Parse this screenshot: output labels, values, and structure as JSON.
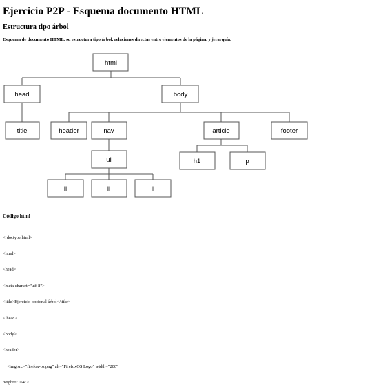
{
  "header": {
    "title": "Ejercicio P2P - Esquema documento HTML",
    "subtitle": "Estructura tipo árbol",
    "description": "Esquema de documento HTML, su estructura tipo árbol, relaciones directas entre elementos de la página, y jerarquía."
  },
  "tree": {
    "nodes": {
      "html": "html",
      "head": "head",
      "body": "body",
      "title": "title",
      "header": "header",
      "nav": "nav",
      "article": "article",
      "footer": "footer",
      "ul": "ul",
      "li1": "li",
      "li2": "li",
      "li3": "li",
      "h1": "h1",
      "p": "p"
    },
    "line_color": "#555555",
    "box_color": "#555555"
  },
  "code": {
    "title": "Código html",
    "lines": [
      "<!doctype html>",
      "<html>",
      "<head>",
      "<meta charset=\"utf-8\">",
      "<title>Ejercicio opcional árbol</title>",
      "</head>",
      "<body>",
      "<header>",
      "    <img src=\"firefox-os.png\" alt=\"FirefoxOS Logo\" width=\"200\"",
      "height=\"164\">"
    ]
  }
}
